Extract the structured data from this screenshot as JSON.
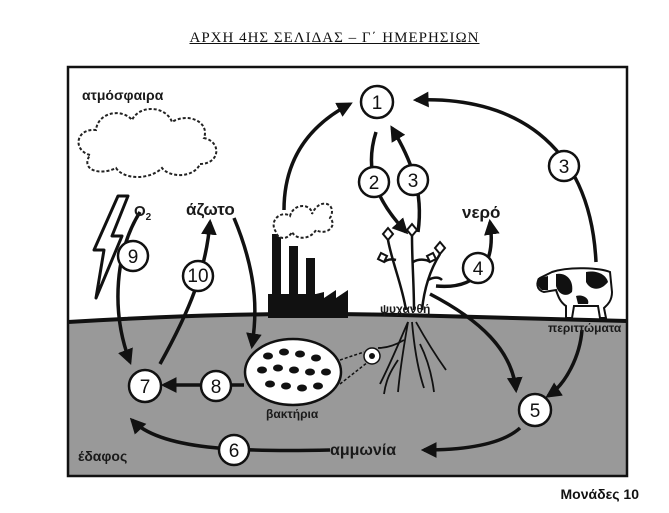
{
  "header": {
    "title": "ΑΡΧΗ 4ΗΣ ΣΕΛΙΔΑΣ – Γ΄ ΗΜΕΡΗΣΙΩΝ"
  },
  "labels": {
    "atmosphere": "ατμόσφαιρα",
    "oxygen": "O",
    "oxygen_sub": "2",
    "nitrogen": "άζωτο",
    "water": "νερό",
    "plants": "ψυχανθή",
    "excrement": "περιττώματα",
    "bacteria": "βακτήρια",
    "ammonia": "αμμωνία",
    "soil": "έδαφος"
  },
  "steps": [
    "1",
    "2",
    "3",
    "3",
    "4",
    "5",
    "6",
    "7",
    "8",
    "9",
    "10"
  ],
  "icons": [
    "cloud-icon",
    "lightning-icon",
    "factory-icon",
    "plant-icon",
    "cow-icon",
    "bacteria-icon"
  ],
  "footer": {
    "marks": "Μονάδες 10"
  },
  "colors": {
    "soil": "#9a9a9a",
    "sky": "#ffffff",
    "ink": "#111111"
  }
}
